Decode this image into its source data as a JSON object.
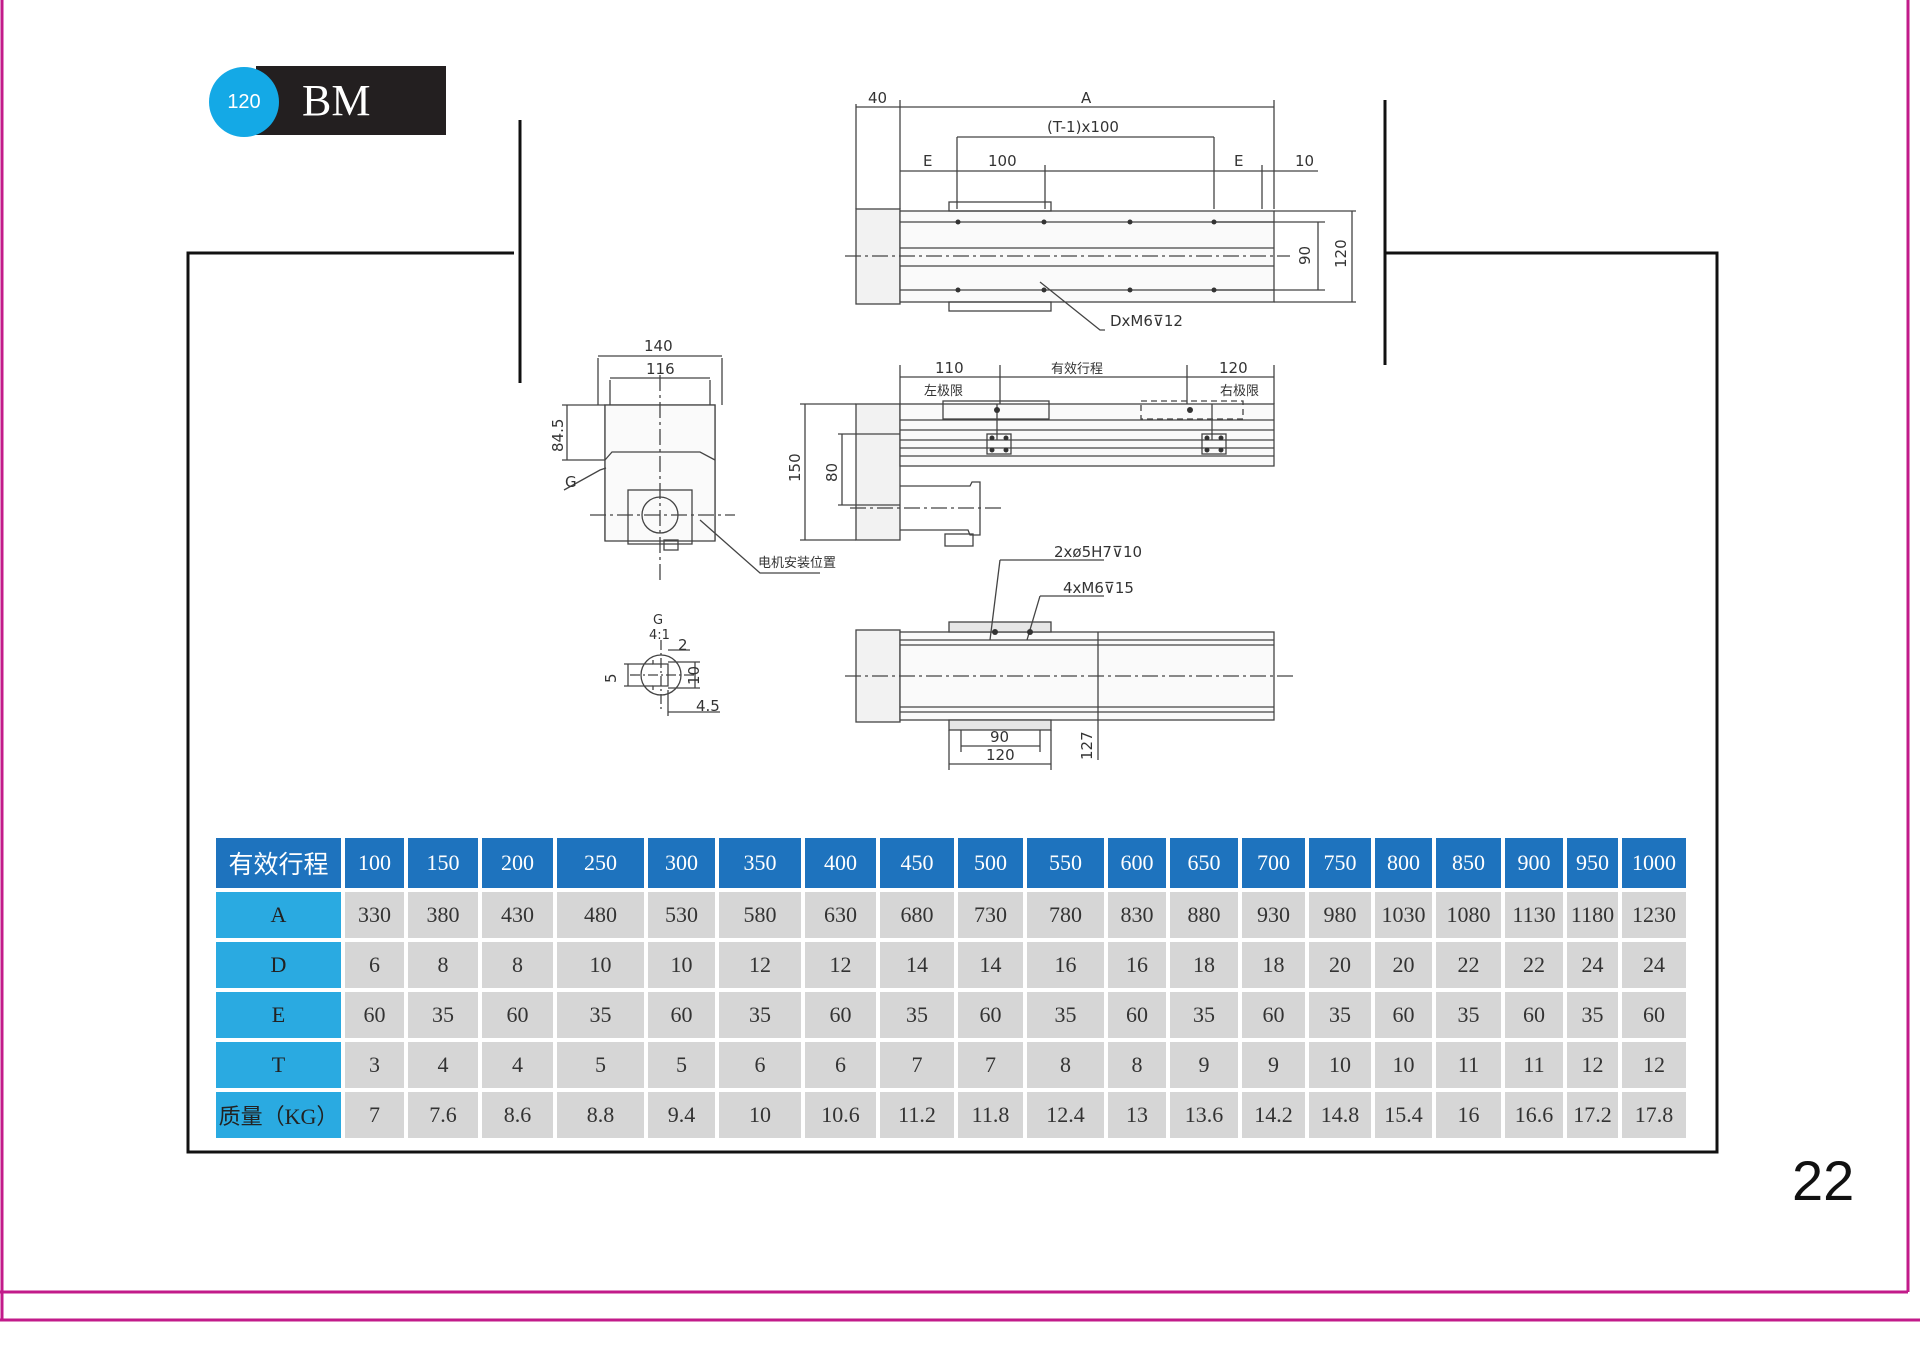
{
  "header": {
    "series_number": "120",
    "model": "BM"
  },
  "page_number": "22",
  "drawing": {
    "top_view": {
      "dim_40": "40",
      "dim_A": "A",
      "dim_pitch": "(T-1)x100",
      "dim_E_left": "E",
      "dim_100": "100",
      "dim_E_right": "E",
      "dim_10": "10",
      "dim_90": "90",
      "dim_120": "120",
      "note_holes": "DxM6⊽12"
    },
    "end_view": {
      "dim_140": "140",
      "dim_116": "116",
      "dim_84_5": "84.5",
      "label_G": "G",
      "note_motor": "电机安装位置"
    },
    "side_view": {
      "dim_110": "110",
      "label_stroke": "有效行程",
      "dim_120": "120",
      "label_left_limit": "左极限",
      "label_right_limit": "右极限",
      "dim_150": "150",
      "dim_80": "80"
    },
    "detail_G": {
      "label": "G",
      "scale": "4:1",
      "dim_2": "2",
      "dim_5": "5",
      "dim_10": "10",
      "dim_4_5": "4.5"
    },
    "bottom_view": {
      "note_pins": "2xø5H7⊽10",
      "note_holes": "4xM6⊽15",
      "dim_90": "90",
      "dim_120": "120",
      "dim_127": "127"
    }
  },
  "table": {
    "header_label": "有效行程",
    "strokes": [
      "100",
      "150",
      "200",
      "250",
      "300",
      "350",
      "400",
      "450",
      "500",
      "550",
      "600",
      "650",
      "700",
      "750",
      "800",
      "850",
      "900",
      "950",
      "1000"
    ],
    "rows": [
      {
        "label": "A",
        "values": [
          "330",
          "380",
          "430",
          "480",
          "530",
          "580",
          "630",
          "680",
          "730",
          "780",
          "830",
          "880",
          "930",
          "980",
          "1030",
          "1080",
          "1130",
          "1180",
          "1230"
        ]
      },
      {
        "label": "D",
        "values": [
          "6",
          "8",
          "8",
          "10",
          "10",
          "12",
          "12",
          "14",
          "14",
          "16",
          "16",
          "18",
          "18",
          "20",
          "20",
          "22",
          "22",
          "24",
          "24"
        ]
      },
      {
        "label": "E",
        "values": [
          "60",
          "35",
          "60",
          "35",
          "60",
          "35",
          "60",
          "35",
          "60",
          "35",
          "60",
          "35",
          "60",
          "35",
          "60",
          "35",
          "60",
          "35",
          "60"
        ]
      },
      {
        "label": "T",
        "values": [
          "3",
          "4",
          "4",
          "5",
          "5",
          "6",
          "6",
          "7",
          "7",
          "8",
          "8",
          "9",
          "9",
          "10",
          "10",
          "11",
          "11",
          "12",
          "12"
        ]
      },
      {
        "label": "质量（KG）",
        "values": [
          "7",
          "7.6",
          "8.6",
          "8.8",
          "9.4",
          "10",
          "10.6",
          "11.2",
          "11.8",
          "12.4",
          "13",
          "13.6",
          "14.2",
          "14.8",
          "15.4",
          "16",
          "16.6",
          "17.2",
          "17.8"
        ]
      }
    ]
  },
  "colors": {
    "border": "#c21b8a",
    "header_blue": "#1e73be",
    "label_cyan": "#2aaae1",
    "cell_grey": "#d6d6d6"
  }
}
